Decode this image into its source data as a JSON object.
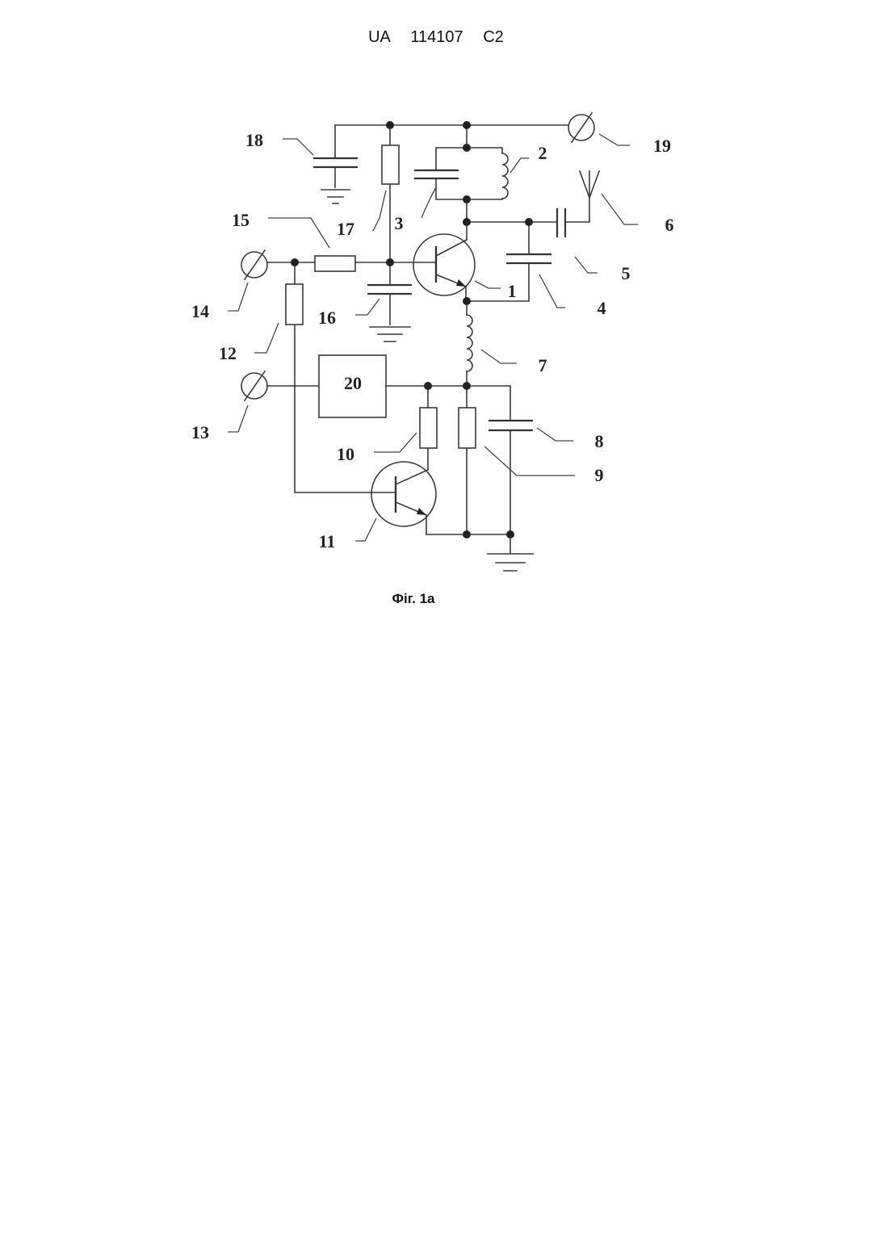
{
  "header": {
    "country": "UA",
    "number": "114107",
    "kind": "C2"
  },
  "figure": {
    "caption": "Фіг. 1а",
    "labels": {
      "n1": "1",
      "n2": "2",
      "n3": "3",
      "n4": "4",
      "n5": "5",
      "n6": "6",
      "n7": "7",
      "n8": "8",
      "n9": "9",
      "n10": "10",
      "n11": "11",
      "n12": "12",
      "n13": "13",
      "n14": "14",
      "n15": "15",
      "n16": "16",
      "n17": "17",
      "n18": "18",
      "n19": "19",
      "n20": "20"
    }
  }
}
